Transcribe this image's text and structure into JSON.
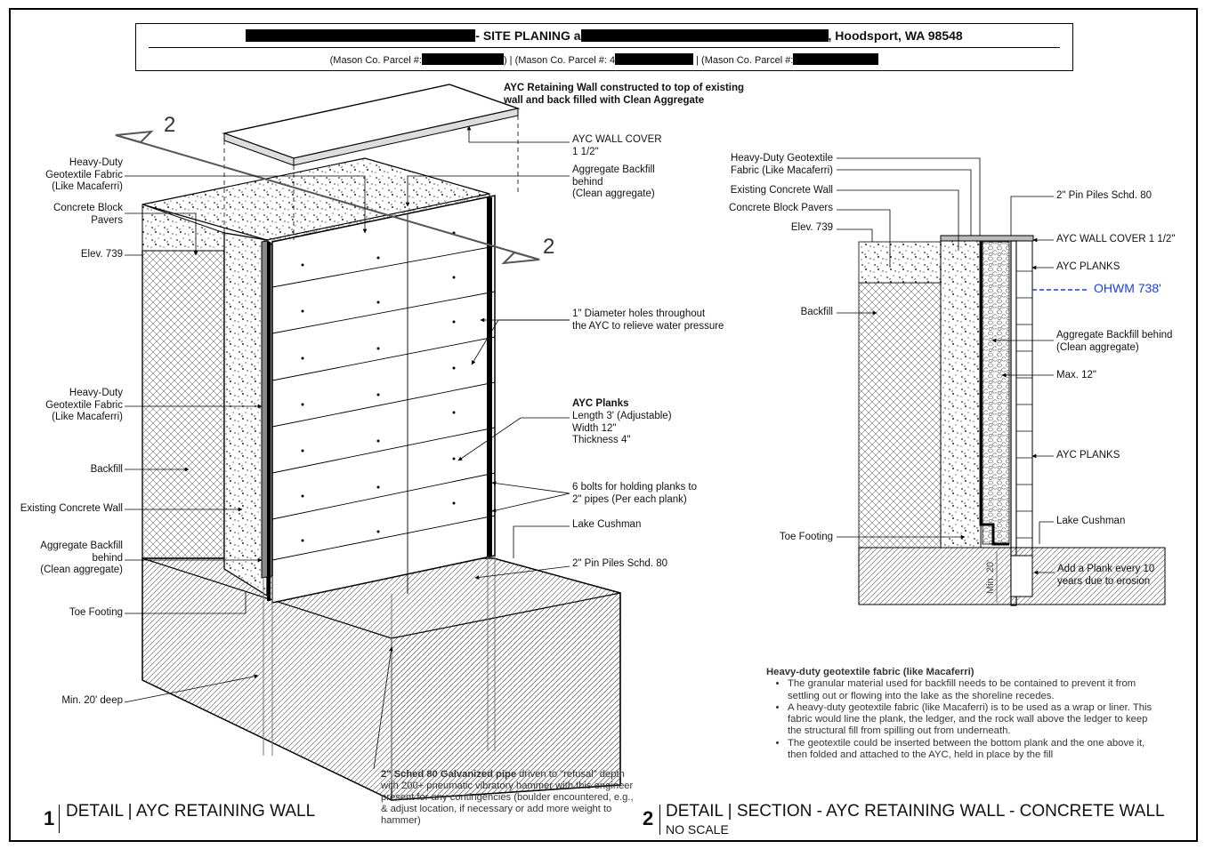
{
  "title": {
    "line1_a": "- SITE PLANING a",
    "line1_b": ", Hoodsport, WA 98548",
    "line2_a": "(Mason Co. Parcel #:",
    "line2_b": ") | (Mason Co. Parcel #: 4",
    "line2_c": " | (Mason Co. Parcel #:"
  },
  "section_marks": {
    "left": "2",
    "right": "2"
  },
  "detail1": {
    "number": "1",
    "title": "DETAIL | AYC RETAINING WALL",
    "labels": {
      "top_note": "AYC Retaining Wall constructed to top of existing\nwall and back filled with Clean Aggregate",
      "wall_cover": "AYC WALL COVER\n1 1/2\"",
      "aggregate_backfill": "Aggregate Backfill\nbehind\n(Clean aggregate)",
      "geotextile_top": "Heavy-Duty\nGeotextile Fabric\n(Like Macaferri)",
      "block_pavers": "Concrete Block\nPavers",
      "elev": "Elev. 739",
      "holes": "1\" Diameter holes throughout\nthe AYC to relieve water pressure",
      "planks_title": "AYC Planks",
      "planks_detail": "Length 3' (Adjustable)\nWidth 12\"\nThickness 4\"",
      "geotextile_mid": "Heavy-Duty\nGeotextile Fabric\n(Like Macaferri)",
      "backfill": "Backfill",
      "bolts": "6 bolts for holding planks to\n2\" pipes (Per each plank)",
      "existing_wall": "Existing Concrete Wall",
      "lake": "Lake Cushman",
      "aggregate_low": "Aggregate Backfill\nbehind\n(Clean aggregate)",
      "pin_piles": "2\" Pin Piles Schd. 80",
      "toe_footing": "Toe Footing",
      "min_depth": "Min. 20' deep",
      "pipe_note_bold": "2\" Sched 80 Galvanized pipe",
      "pipe_note": " driven to \"refusal\" depth with 200+ pneumatic vibratory hammer with this engineer present for any contingencies (boulder encountered, e.g., & adjust location, if necessary or add more weight to hammer)"
    }
  },
  "detail2": {
    "number": "2",
    "title": "DETAIL | SECTION - AYC RETAINING WALL - CONCRETE WALL",
    "subtitle": "NO SCALE",
    "labels": {
      "geotextile": "Heavy-Duty Geotextile\nFabric (Like Macaferri)",
      "existing_wall": "Existing Concrete Wall",
      "block_pavers": "Concrete Block Pavers",
      "elev": "Elev. 739",
      "pin_piles": "2\" Pin Piles Schd. 80",
      "wall_cover": "AYC WALL COVER 1 1/2\"",
      "planks_top": "AYC PLANKS",
      "ohwm": "OHWM 738'",
      "backfill": "Backfill",
      "aggregate": "Aggregate Backfill behind\n(Clean aggregate)",
      "max": "Max. 12\"",
      "planks_bottom": "AYC PLANKS",
      "lake": "Lake Cushman",
      "toe_footing": "Toe Footing",
      "min20": "Min. 20'",
      "add_plank": "Add a Plank every 10\nyears due to erosion"
    }
  },
  "notes": {
    "heading": "Heavy-duty geotextile fabric (like Macaferri)",
    "items": [
      "The granular material used for backfill needs to be contained to prevent it from settling out or flowing into the lake as the shoreline recedes.",
      "A heavy-duty geotextile fabric (like Macaferri) is to be used as a wrap or liner. This fabric would line the plank, the ledger, and the rock wall above the ledger to keep the structural fill from spilling out from underneath.",
      "The geotextile could be inserted between the bottom plank and the one above it, then folded and attached to the AYC, held in place by the fill"
    ]
  },
  "colors": {
    "ohwm": "#1a3fd6"
  }
}
